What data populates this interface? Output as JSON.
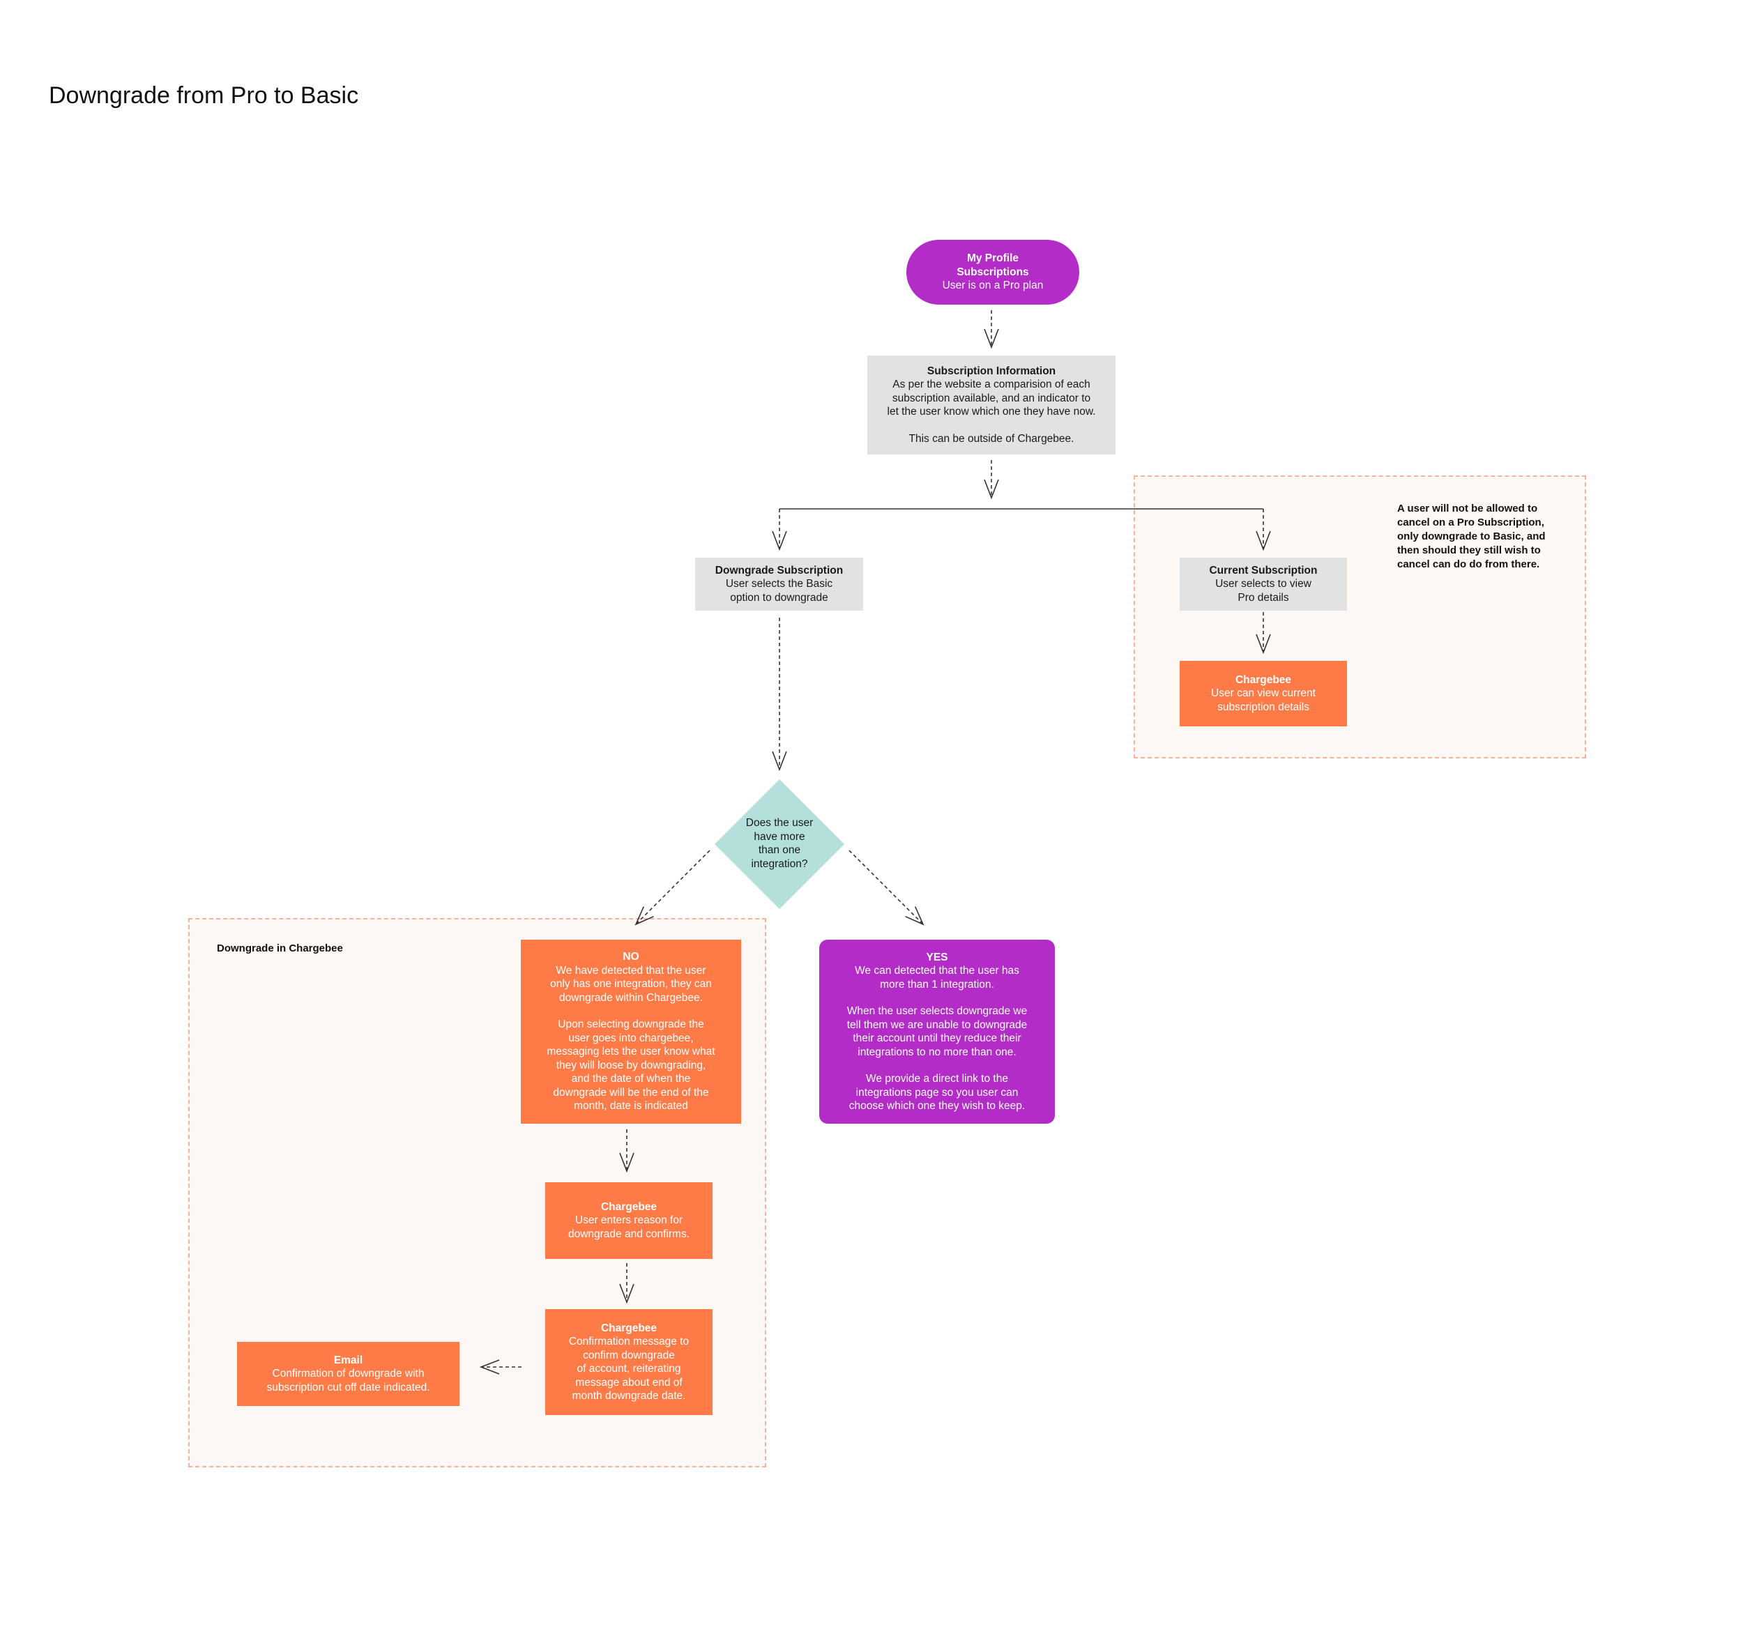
{
  "title": "Downgrade from Pro to Basic",
  "colors": {
    "purple": "#b42cc7",
    "grey": "#e2e2e2",
    "orange": "#fe7a47",
    "teal": "#b3e0db",
    "region_border": "#f6b39b",
    "region_fill": "#fdf8f6"
  },
  "nodes": {
    "start": {
      "lines": [
        "My Profile",
        "Subscriptions",
        "User is on a Pro plan"
      ]
    },
    "subscription_info": {
      "heading": "Subscription Information",
      "lines": [
        "As per the website a comparision of each",
        "subscription available, and an indicator to",
        "let the user know which one they have now.",
        "",
        "This can be outside of Chargebee."
      ]
    },
    "downgrade_subscription": {
      "heading": "Downgrade Subscription",
      "lines": [
        "User selects the Basic",
        "option to downgrade"
      ]
    },
    "current_subscription": {
      "heading": "Current Subscription",
      "lines": [
        "User selects to view",
        "Pro details"
      ]
    },
    "chargebee_view": {
      "heading": "Chargebee",
      "lines": [
        "User can view current",
        "subscription details"
      ]
    },
    "decision": {
      "lines": [
        "Does the user",
        "have more",
        "than one",
        "integration?"
      ]
    },
    "no_branch": {
      "heading": "NO",
      "lines": [
        "We have detected that the user",
        "only has one integration, they can",
        "downgrade within Chargebee.",
        "",
        "Upon selecting downgrade the",
        "user goes into chargebee,",
        "messaging lets the user know what",
        "they will loose by downgrading,",
        "and the date of when the",
        "downgrade will be the end of the",
        "month, date is indicated"
      ]
    },
    "yes_branch": {
      "heading": "YES",
      "lines": [
        "We can detected that the user has",
        "more than 1 integration.",
        "",
        "When the user selects downgrade we",
        "tell them we are unable to downgrade",
        "their account until they reduce their",
        "integrations to no more than one.",
        "",
        "We provide a direct link to the",
        "integrations page so you user can",
        "choose which one they wish to keep."
      ]
    },
    "chargebee_reason": {
      "heading": "Chargebee",
      "lines": [
        "User enters reason for",
        "downgrade and confirms."
      ]
    },
    "chargebee_confirm": {
      "heading": "Chargebee",
      "lines": [
        "Confirmation message to",
        "confirm downgrade",
        "of account, reiterating",
        "message about end of",
        "month downgrade date."
      ]
    },
    "email": {
      "heading": "Email",
      "lines": [
        "Confirmation of downgrade with",
        "subscription cut off date indicated."
      ]
    }
  },
  "note": {
    "lines": [
      "A user will not be allowed to",
      "cancel on a Pro Subscription,",
      "only downgrade to Basic, and",
      "then should they still wish to",
      "cancel can do do from there."
    ]
  },
  "region_downgrade_label": "Downgrade in Chargebee"
}
